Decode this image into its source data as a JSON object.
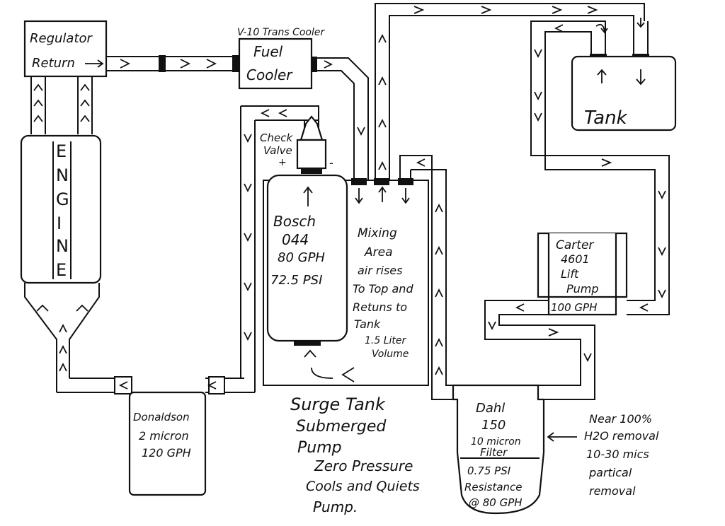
{
  "components": {
    "regulator": {
      "line1": "Regulator",
      "line2": "Return"
    },
    "engine": {
      "letters": [
        "E",
        "N",
        "G",
        "I",
        "N",
        "E"
      ]
    },
    "trans_cooler_label": "V-10 Trans Cooler",
    "fuel_cooler": {
      "line1": "Fuel",
      "line2": "Cooler"
    },
    "tank": "Tank",
    "check_valve": {
      "line1": "Check",
      "line2": "Valve"
    },
    "bosch": {
      "line1": "Bosch",
      "line2": "044",
      "line3": "80 GPH",
      "line4": "72.5 PSI"
    },
    "mixing": {
      "line1": "Mixing",
      "line2": "Area",
      "line3": "air rises",
      "line4": "To Top and",
      "line5": "Retuns to",
      "line6": "Tank",
      "line7": "1.5 Liter",
      "line8": "Volume"
    },
    "surge_tank": {
      "line1": "Surge Tank",
      "line2": "Submerged",
      "line3": "Pump",
      "line4": "Zero Pressure",
      "line5": "Cools and Quiets",
      "line6": "Pump."
    },
    "carter": {
      "line1": "Carter",
      "line2": "4601",
      "line3": "Lift",
      "line4": "Pump",
      "line5": "100 GPH"
    },
    "donaldson": {
      "line1": "Donaldson",
      "line2": "2 micron",
      "line3": "120 GPH"
    },
    "dahl": {
      "line1": "Dahl",
      "line2": "150",
      "line3": "10 micron",
      "line4": "Filter",
      "line5": "0.75 PSI",
      "line6": "Resistance",
      "line7": "@ 80 GPH"
    },
    "dahl_note": {
      "line1": "Near 100%",
      "line2": "H2O removal",
      "line3": "10-30 mics",
      "line4": "partical",
      "line5": "removal"
    },
    "polarity": {
      "plus": "+",
      "minus": "-"
    }
  }
}
